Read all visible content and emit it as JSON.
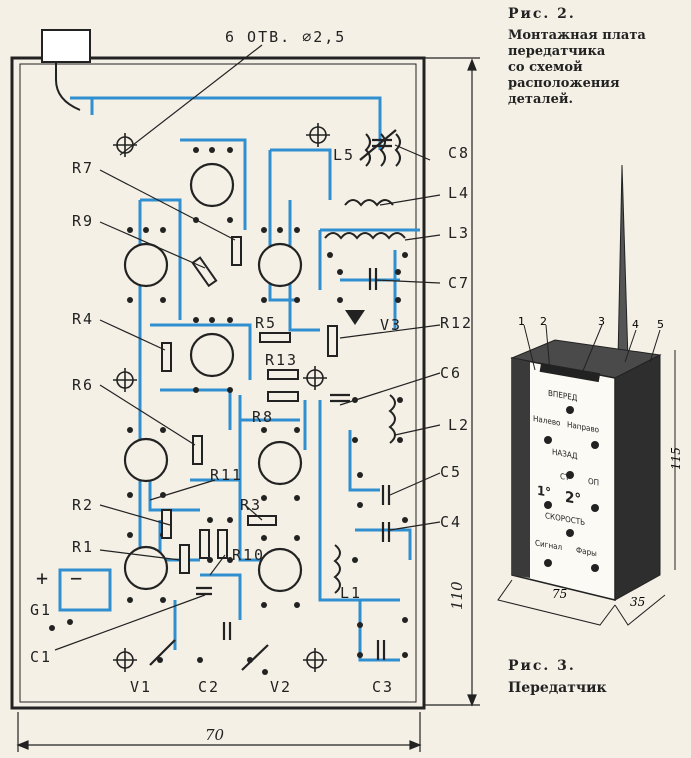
{
  "fig2": {
    "number": "Рис. 2.",
    "caption": [
      "Монтажная плата",
      "передатчика",
      "со схемой",
      "расположения",
      "деталей."
    ],
    "holes_note": "6 ОТВ. ⌀2,5",
    "width_dim": "70",
    "height_dim": "110",
    "component_labels": {
      "R7": "R7",
      "R9": "R9",
      "R4": "R4",
      "R6": "R6",
      "R2": "R2",
      "R1": "R1",
      "R5": "R5",
      "R13": "R13",
      "R8": "R8",
      "R11": "R11",
      "R3": "R3",
      "R10": "R10",
      "R12": "R12",
      "L5": "L5",
      "L4": "L4",
      "L3": "L3",
      "L2": "L2",
      "L1": "L1",
      "C8": "C8",
      "C7": "C7",
      "C6": "C6",
      "C5": "C5",
      "C4": "C4",
      "C3": "C3",
      "C2": "C2",
      "C1": "C1",
      "V3": "V3",
      "V1": "V1",
      "V2": "V2",
      "G1": "G1",
      "plus": "+",
      "minus": "−"
    },
    "colors": {
      "trace": "#2f8fd0",
      "ink": "#222222",
      "paper": "#f4f0e6"
    }
  },
  "fig3": {
    "number": "Рис. 3.",
    "caption": "Передатчик",
    "callouts": [
      "1",
      "2",
      "3",
      "4",
      "5"
    ],
    "dims": {
      "height": "115",
      "width": "75",
      "depth": "35"
    },
    "panel": {
      "vpered": "ВПЕРЕД",
      "left": "Налево",
      "right": "Направо",
      "nazad": "НАЗАД",
      "st": "СТ",
      "op": "ОП",
      "speed1": "1°",
      "speed2": "2°",
      "skorost": "СКОРОСТЬ",
      "signal": "Сигнал",
      "fary": "Фары"
    }
  }
}
